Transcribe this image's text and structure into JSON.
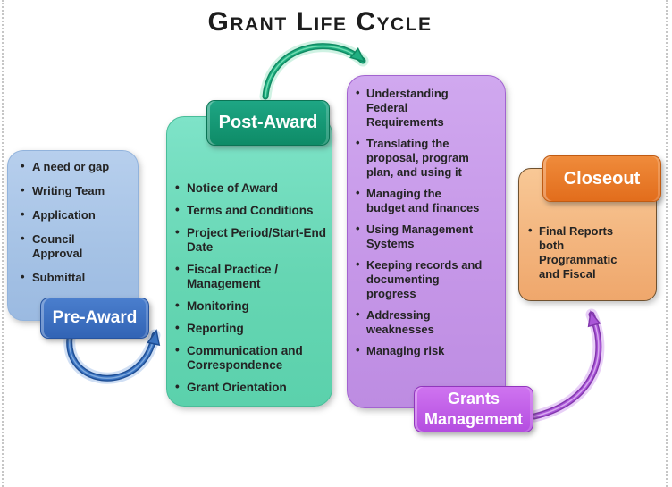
{
  "title": "Grant Life Cycle",
  "page": {
    "background": "#ffffff",
    "boundary_color": "#c6c6c6"
  },
  "stages": [
    {
      "name": "pre-award",
      "label": "Pre-Award",
      "items": [
        "A need or gap",
        "Writing Team",
        "Application",
        "Council\nApproval",
        "Submittal"
      ],
      "colors": {
        "panel": "#aac6e8",
        "label": "#3a70c4",
        "label_text": "#ffffff",
        "arrow": "#3b74c2"
      }
    },
    {
      "name": "post-award",
      "label": "Post-Award",
      "items": [
        "Notice of Award",
        "Terms and Conditions",
        "Project Period/Start-End\nDate",
        "Fiscal Practice /\nManagement",
        "Monitoring",
        "Reporting",
        "Communication and\nCorrespondence",
        "Grant Orientation"
      ],
      "colors": {
        "panel": "#6fdcbc",
        "label": "#179c78",
        "label_text": "#ffffff",
        "arrow": "#1fae80"
      }
    },
    {
      "name": "grants-management",
      "label": "Grants\nManagement",
      "items": [
        "Understanding\nFederal\nRequirements",
        "Translating the\nproposal, program\nplan, and using it",
        "Managing the\nbudget and finances",
        "Using Management\nSystems",
        "Keeping records and\ndocumenting\nprogress",
        "Addressing\nweaknesses",
        "Managing risk"
      ],
      "colors": {
        "panel": "#c89aec",
        "label": "#c45fe8",
        "label_text": "#ffffff",
        "arrow": "#aa57d8"
      }
    },
    {
      "name": "closeout",
      "label": "Closeout",
      "items": [
        "Final Reports\nboth\nProgrammatic\nand Fiscal"
      ],
      "colors": {
        "panel": "#f5b983",
        "label": "#e9792b",
        "label_text": "#ffffff"
      }
    }
  ]
}
